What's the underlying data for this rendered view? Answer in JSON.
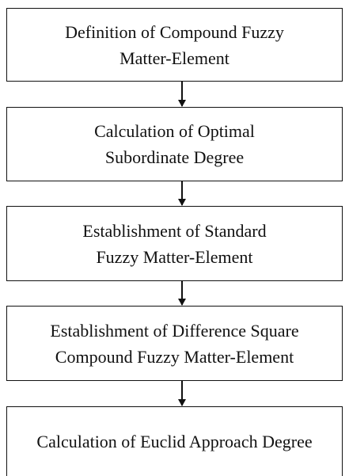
{
  "flowchart": {
    "steps": [
      {
        "lines": [
          "Definition of Compound Fuzzy",
          "Matter-Element"
        ]
      },
      {
        "lines": [
          "Calculation of Optimal",
          "Subordinate Degree"
        ]
      },
      {
        "lines": [
          "Establishment of Standard",
          "Fuzzy Matter-Element"
        ]
      },
      {
        "lines": [
          "Establishment of Difference Square",
          "Compound Fuzzy Matter-Element"
        ]
      },
      {
        "lines": [
          "Calculation of Euclid Approach Degree"
        ]
      }
    ]
  }
}
